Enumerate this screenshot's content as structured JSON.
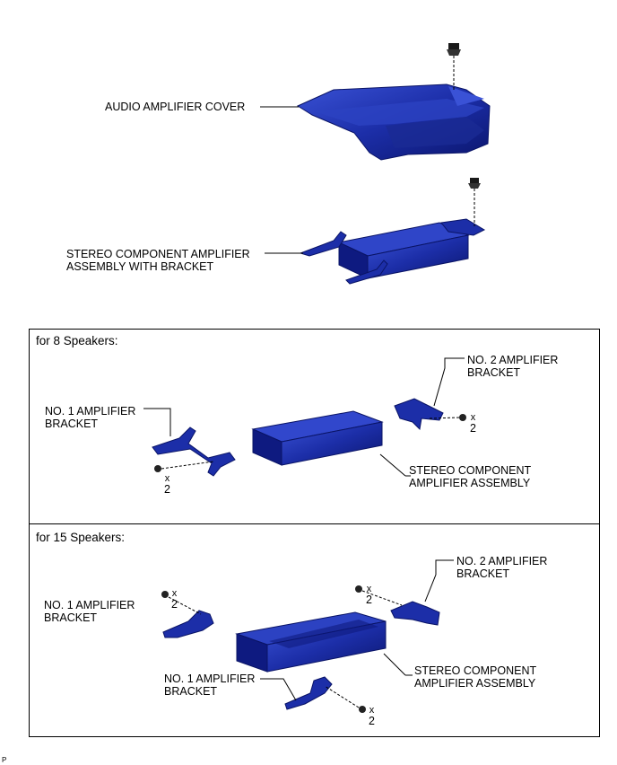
{
  "top": {
    "cover_label": "AUDIO AMPLIFIER COVER",
    "assembly_label_line1": "STEREO COMPONENT AMPLIFIER",
    "assembly_label_line2": "ASSEMBLY WITH BRACKET"
  },
  "section8": {
    "title": "for 8 Speakers:",
    "no2_bracket_line1": "NO. 2 AMPLIFIER",
    "no2_bracket_line2": "BRACKET",
    "no1_bracket_line1": "NO. 1 AMPLIFIER",
    "no1_bracket_line2": "BRACKET",
    "amp_line1": "STEREO COMPONENT",
    "amp_line2": "AMPLIFIER ASSEMBLY",
    "qty_x": "x",
    "qty_n": "2"
  },
  "section15": {
    "title": "for 15 Speakers:",
    "no2_bracket_line1": "NO. 2 AMPLIFIER",
    "no2_bracket_line2": "BRACKET",
    "no1_bracket_left_line1": "NO. 1 AMPLIFIER",
    "no1_bracket_left_line2": "BRACKET",
    "no1_bracket_bottom_line1": "NO. 1 AMPLIFIER",
    "no1_bracket_bottom_line2": "BRACKET",
    "amp_line1": "STEREO COMPONENT",
    "amp_line2": "AMPLIFIER ASSEMBLY",
    "qty_x": "x",
    "qty_n": "2"
  },
  "footer": {
    "code": "P"
  },
  "colors": {
    "part_fill": "#1c2ea8",
    "part_dark": "#0a1466",
    "part_light": "#3550d8",
    "line": "#000000"
  }
}
